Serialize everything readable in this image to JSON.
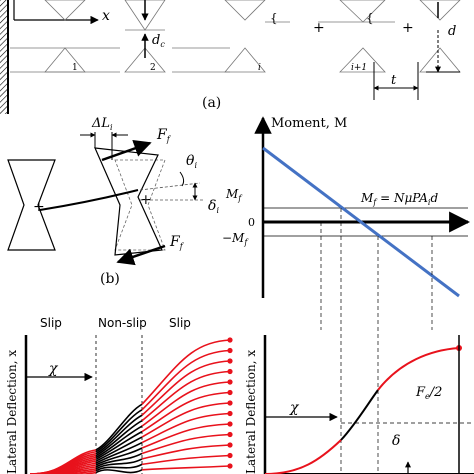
{
  "panel_a": {
    "caption": "(a)",
    "x_label": "x",
    "d_c_label": "d",
    "d_c_sub": "c",
    "d_label": "d",
    "t_label": "t",
    "plus": "+",
    "block_labels": {
      "first": "1",
      "second": "2",
      "i": "i",
      "i_plus_1": "i+1"
    }
  },
  "panel_b": {
    "caption": "(b)",
    "delta_L": "ΔL",
    "delta_L_sub": "i",
    "F_top": "F",
    "F_bottom": "F",
    "F_sub": "f",
    "theta": "θ",
    "theta_sub": "i",
    "delta": "δ",
    "delta_sub": "i",
    "plus": "+"
  },
  "moment_plot": {
    "axis_title": "Moment, M",
    "Mf_label": "M",
    "neg_Mf_label": "−M",
    "Mf_sub": "f",
    "zero_label": "0",
    "equation_lhs": "M",
    "equation_lhs_sub": "f",
    "equation_rhs": " = NμPA",
    "equation_rhs_sub": "i",
    "equation_rhs_end": "d",
    "line_color": "#4472c4"
  },
  "deflection_left": {
    "axis_title": "Lateral Deflection, x",
    "slip_left": "Slip",
    "non_slip": "Non-slip",
    "slip_right": "Slip",
    "chi": "χ",
    "slip_color": "#e8121c",
    "nonslip_color": "#000000"
  },
  "deflection_right": {
    "axis_title": "Lateral Deflection, x",
    "chi": "χ",
    "delta": "δ",
    "Fe_label": "F",
    "Fe_sub": "e",
    "Fe_div": "/2",
    "slip_color": "#e8121c"
  }
}
